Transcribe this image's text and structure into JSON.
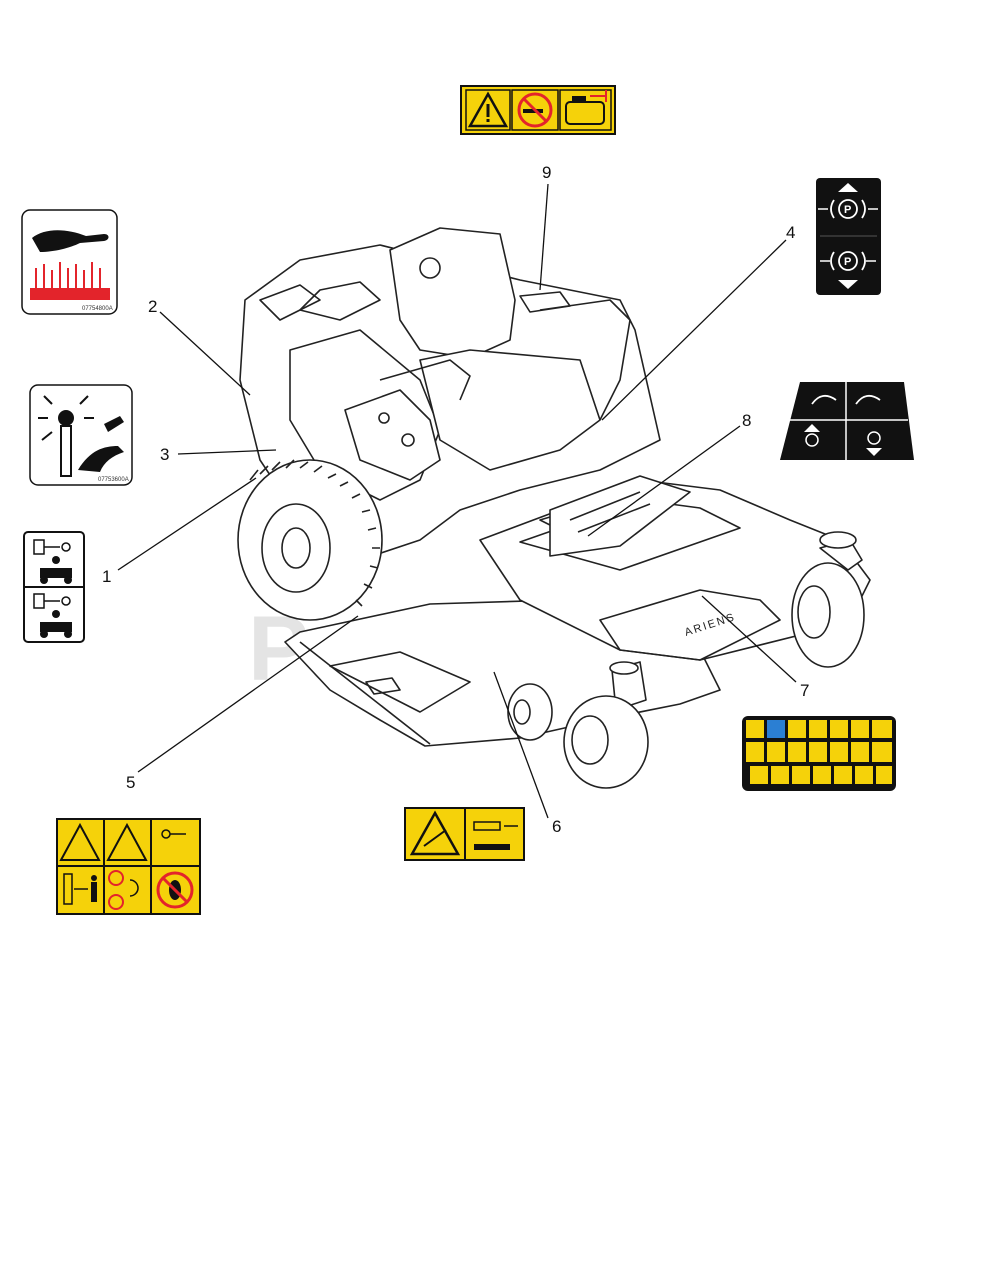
{
  "diagram": {
    "callouts": [
      "1",
      "2",
      "3",
      "4",
      "5",
      "6",
      "7",
      "8",
      "9"
    ],
    "brand_text": "ARIENS",
    "watermark": "PartsTree",
    "decal_codes": {
      "hot_surface": "07754800A",
      "entanglement": "07753600A"
    },
    "colors": {
      "decal_yellow": "#f5d20a",
      "decal_black": "#111111",
      "hot_red": "#e3242b",
      "line": "#222222"
    }
  }
}
